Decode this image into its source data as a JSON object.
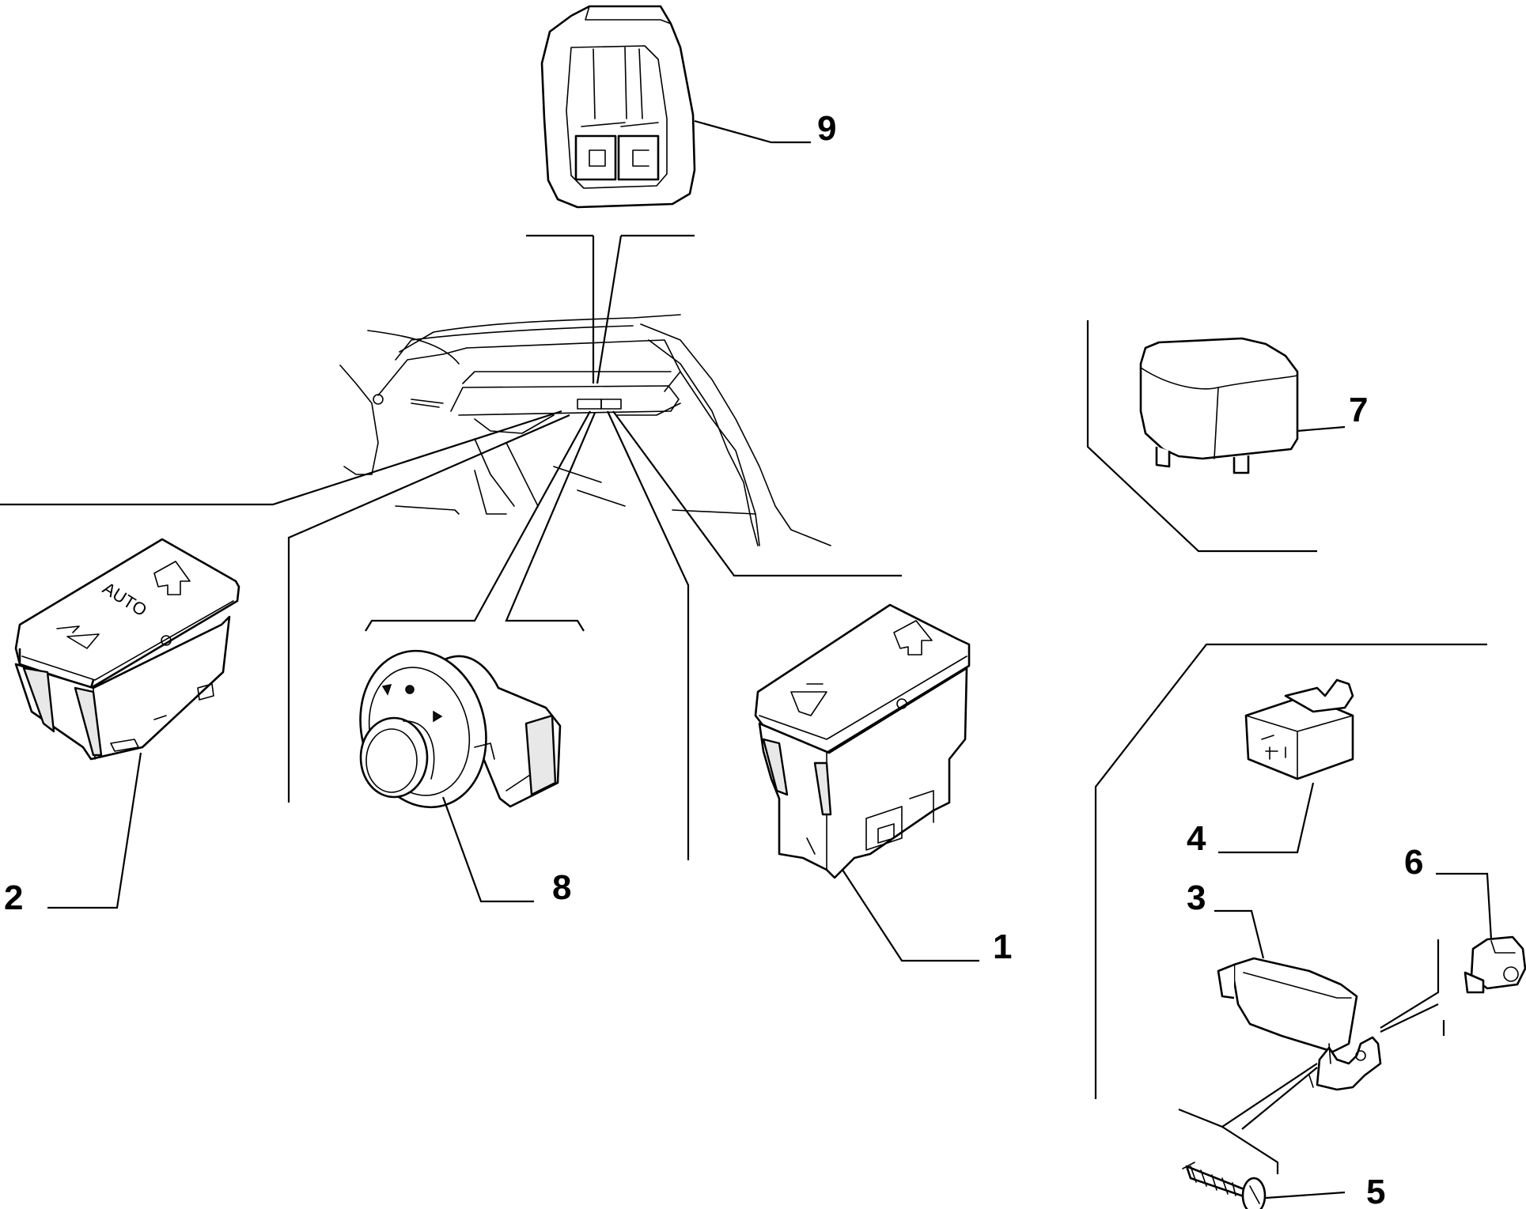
{
  "figure": {
    "callouts": {
      "p1": "1",
      "p2": "2",
      "p3": "3",
      "p4": "4",
      "p5": "5",
      "p6": "6",
      "p7": "7",
      "p8": "8",
      "p9": "9"
    },
    "switch_2_text": "AUTO"
  }
}
